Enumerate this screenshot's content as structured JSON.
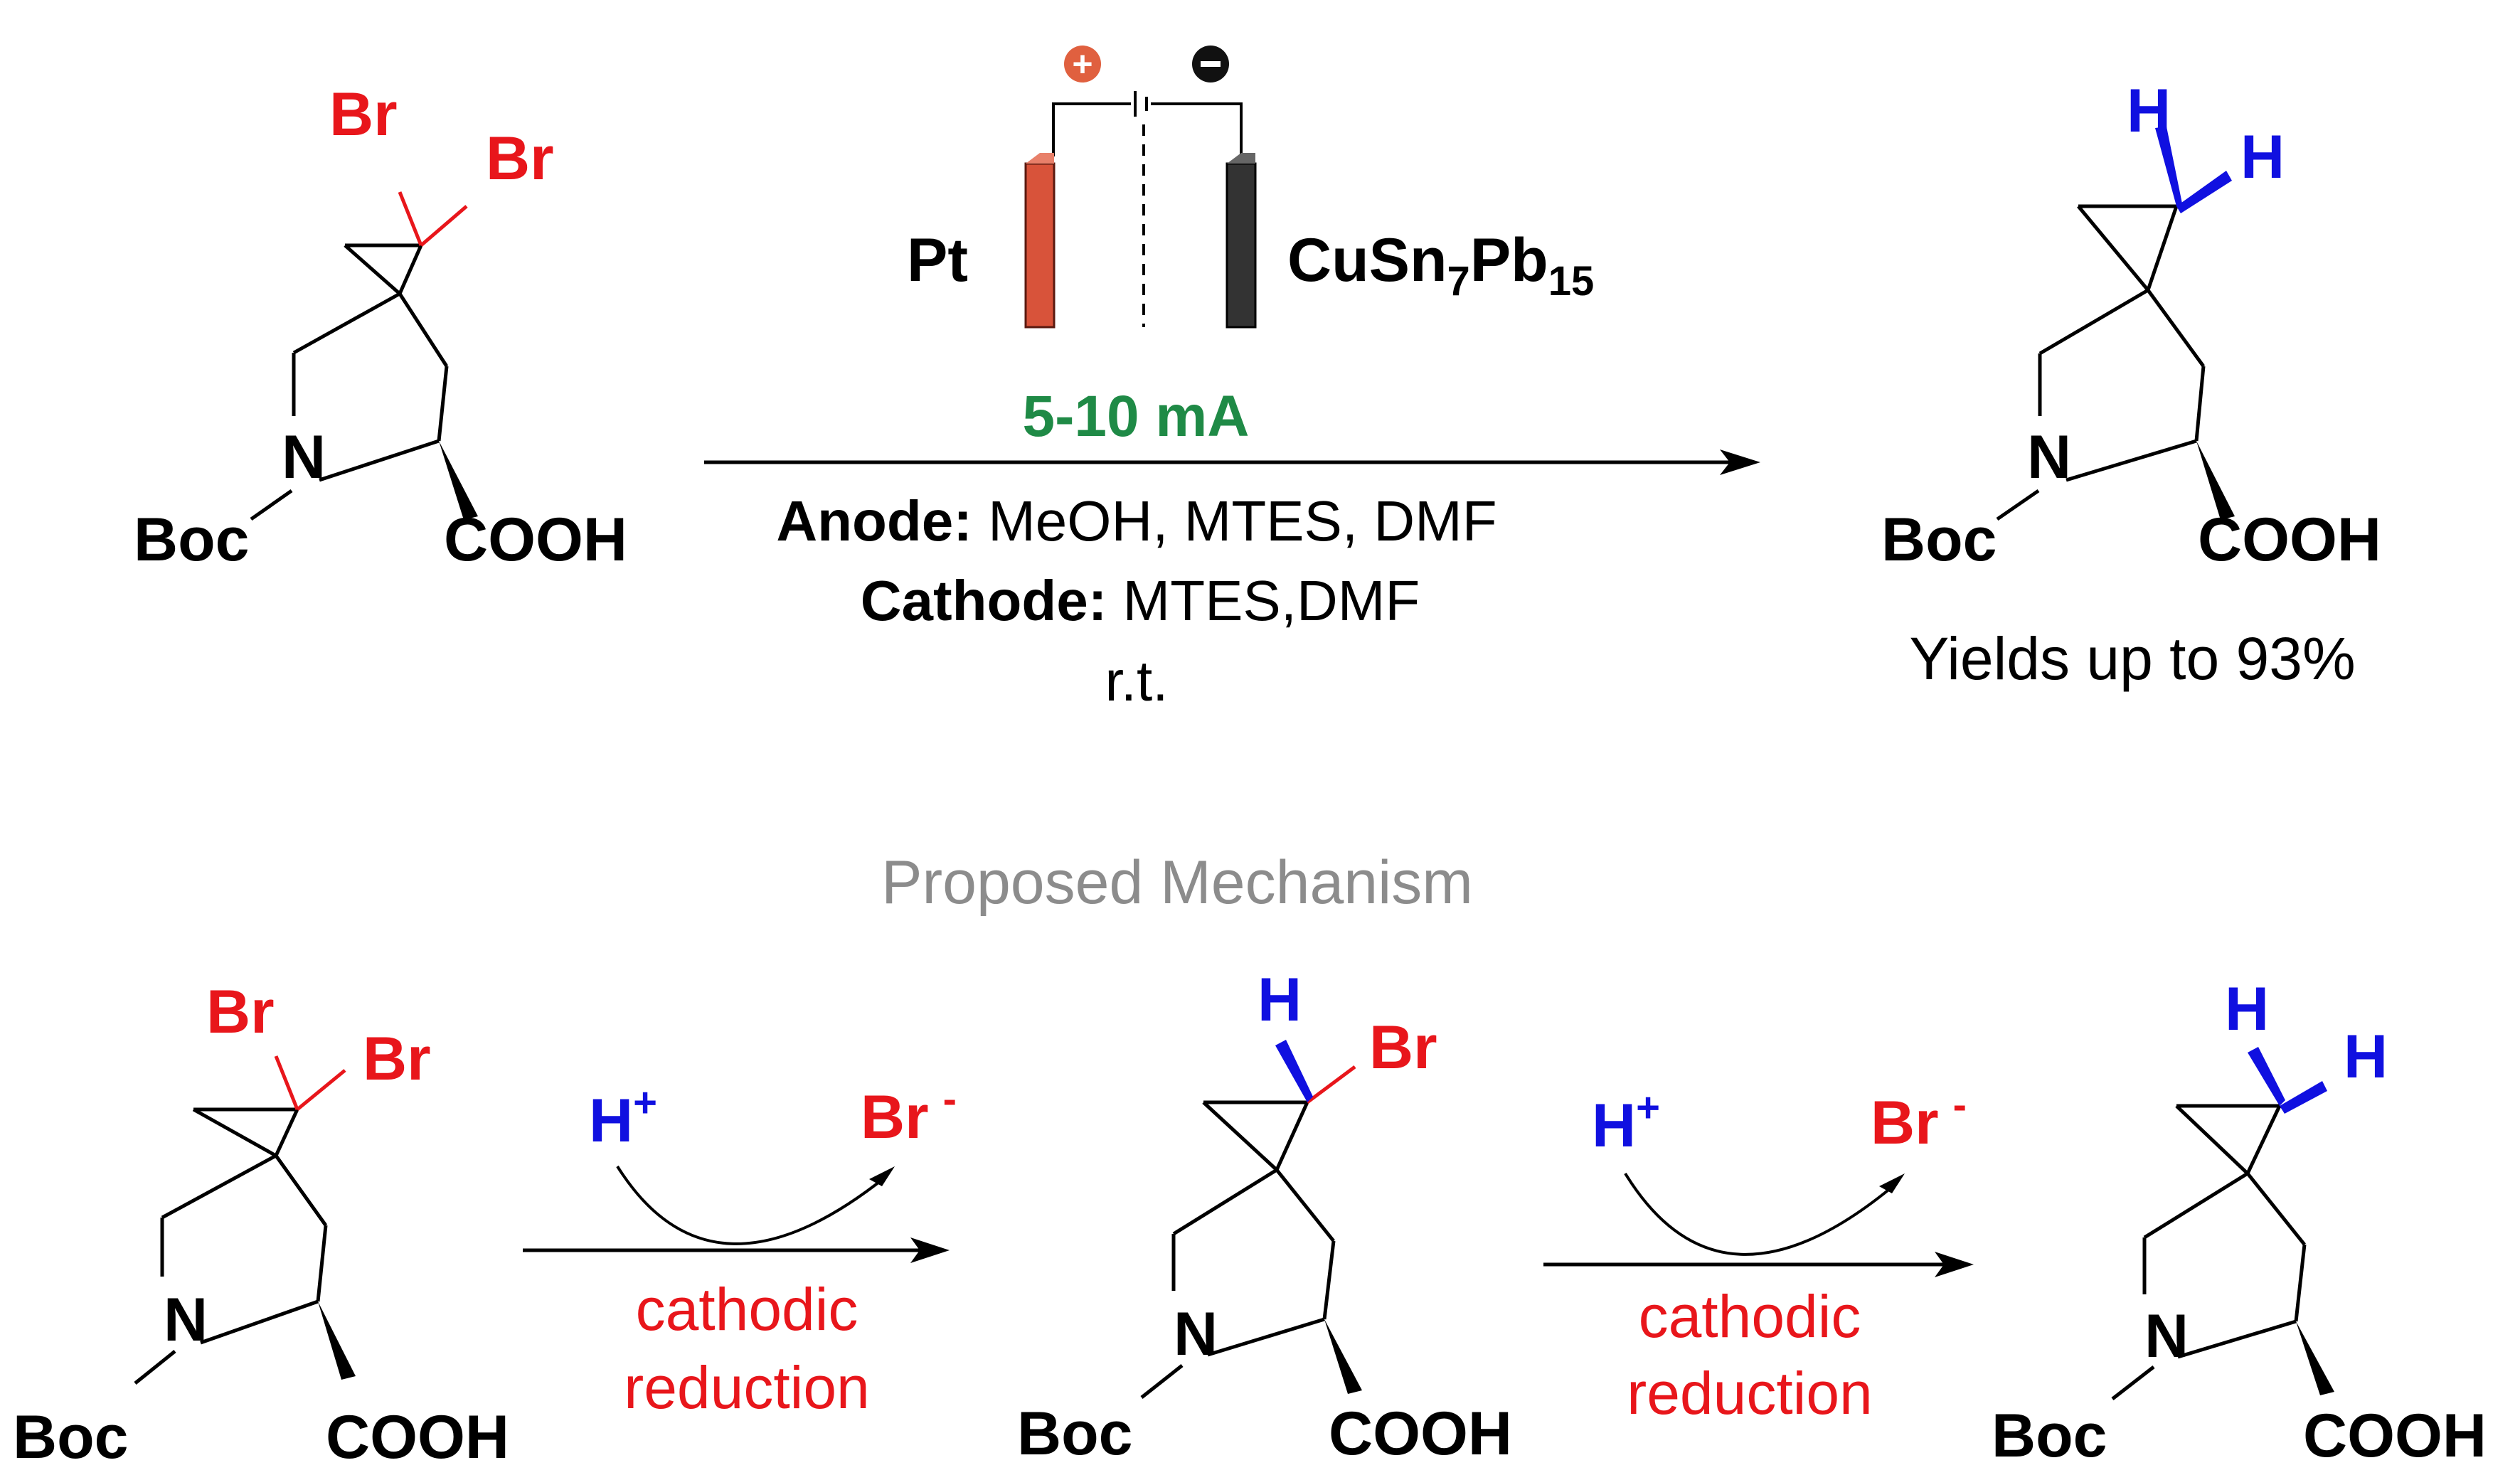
{
  "reaction": {
    "start": {
      "top_sub1": "Br",
      "top_sub2": "Br",
      "n_atom": "N",
      "protecting_group": "Boc",
      "acid_group": "COOH"
    },
    "cell": {
      "anode_label": "Pt",
      "cathode_label_main": "CuSn",
      "cathode_sub1": "7",
      "cathode_mid": "Pb",
      "cathode_sub2": "15",
      "plus_sign": "+",
      "minus_sign": "−"
    },
    "current": "5-10 mA",
    "anode_label": "Anode:",
    "anode_conditions": " MeOH, MTES, DMF",
    "cathode_label": "Cathode:",
    "cathode_conditions": " MTES,DMF",
    "temperature": "r.t.",
    "product": {
      "top_sub1": "H",
      "top_sub2": "H",
      "n_atom": "N",
      "protecting_group": "Boc",
      "acid_group": "COOH"
    },
    "yield_text": "Yields up to 93%"
  },
  "mechanism": {
    "title": "Proposed Mechanism",
    "step1": {
      "proton": "H",
      "proton_charge": "+",
      "leaving": "Br",
      "leaving_charge": "-",
      "label_line1": "cathodic",
      "label_line2": "reduction"
    },
    "step2": {
      "proton": "H",
      "proton_charge": "+",
      "leaving": "Br",
      "leaving_charge": "-",
      "label_line1": "cathodic",
      "label_line2": "reduction"
    },
    "mol1": {
      "top_sub1": "Br",
      "top_sub2": "Br",
      "n_atom": "N",
      "protecting_group": "Boc",
      "acid_group": "COOH"
    },
    "mol2": {
      "top_sub1": "H",
      "top_sub2": "Br",
      "n_atom": "N",
      "protecting_group": "Boc",
      "acid_group": "COOH"
    },
    "mol3": {
      "top_sub1": "H",
      "top_sub2": "H",
      "n_atom": "N",
      "protecting_group": "Boc",
      "acid_group": "COOH"
    }
  },
  "colors": {
    "bromine": "#e8161b",
    "hydrogen": "#1010e0",
    "current": "#1f8a46",
    "title_gray": "#8c8c8c",
    "anode_electrode": "#d8533a",
    "cathode_electrode": "#333333",
    "plus_circle": "#e0603f"
  }
}
